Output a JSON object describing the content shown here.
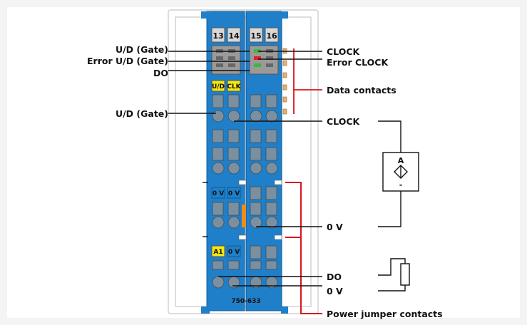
{
  "left_labels": {
    "ud_gate_top": "U/D (Gate)",
    "error_ud_gate": "Error U/D (Gate)",
    "do_top": "DO",
    "ud_gate_mid": "U/D (Gate)"
  },
  "right_labels": {
    "clock_top": "CLOCK",
    "error_clock": "Error CLOCK",
    "data_contacts": "Data contacts",
    "clock_mid": "CLOCK",
    "zero_v_mid": "0 V",
    "do_bottom": "DO",
    "zero_v_bottom": "0 V",
    "power_jumper_contacts": "Power jumper contacts"
  },
  "terminal_numbers": [
    "13",
    "14",
    "15",
    "16"
  ],
  "module_tags": {
    "ud": "U/D",
    "clk": "CLK",
    "zero_v_a": "0 V",
    "zero_v_b": "0 V",
    "a1": "A1",
    "zero_v_c": "0 V"
  },
  "module_id": "750-633",
  "symbol": {
    "letter": "A",
    "minus": "-"
  },
  "colors": {
    "module_blue": "#1f7fc8",
    "tag_yellow": "#f5e60f",
    "red_lines": "#d9151c",
    "led_green": "#3cb83c",
    "led_red": "#e02020",
    "orange_jumper": "#f08a1c"
  }
}
